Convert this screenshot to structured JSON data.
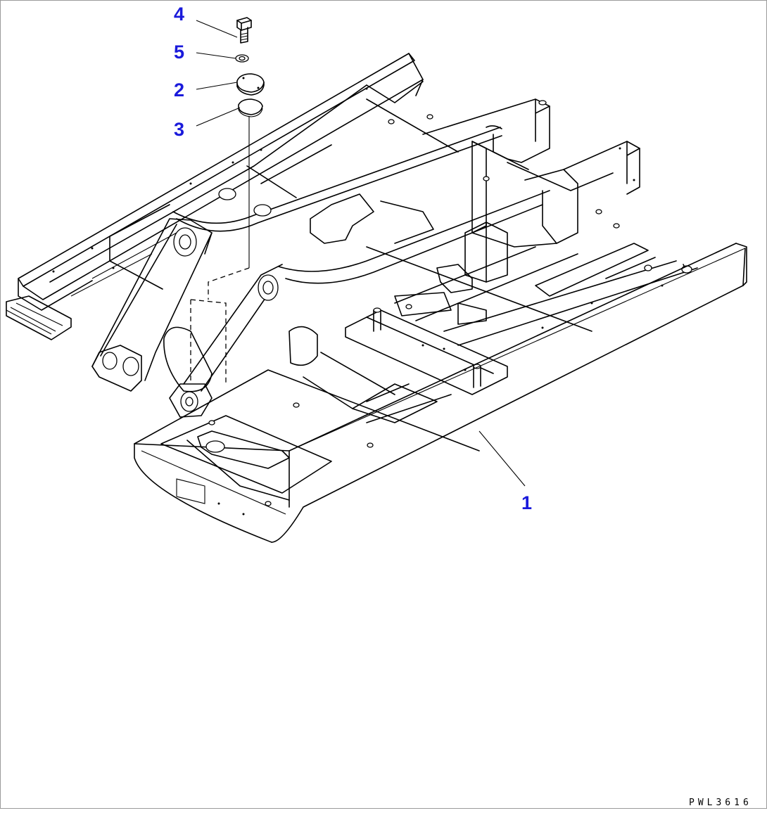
{
  "diagram": {
    "callouts": [
      {
        "id": "4",
        "label": "4"
      },
      {
        "id": "5",
        "label": "5"
      },
      {
        "id": "2",
        "label": "2"
      },
      {
        "id": "3",
        "label": "3"
      },
      {
        "id": "1",
        "label": "1"
      }
    ],
    "drawing_code": "PWL3616",
    "colors": {
      "callout": "#1a1adb",
      "line": "#000000",
      "border": "#9a9a9a"
    }
  }
}
